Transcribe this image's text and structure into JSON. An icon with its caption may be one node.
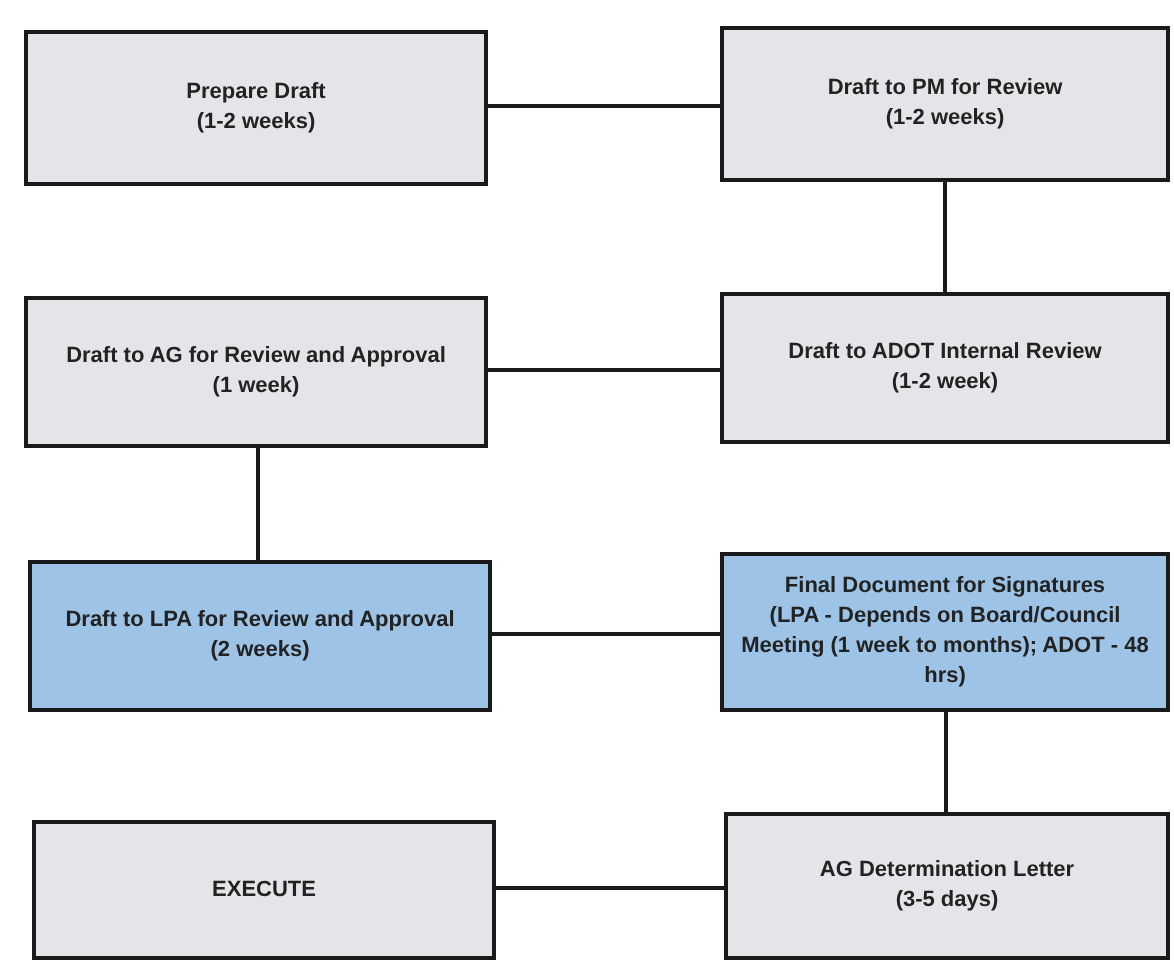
{
  "diagram": {
    "nodes": [
      {
        "text": [
          "Prepare Draft",
          "(1-2 weeks)"
        ]
      },
      {
        "text": [
          "Draft to PM for Review",
          "(1-2  weeks)"
        ]
      },
      {
        "text": [
          "Draft to AG for Review and Approval",
          "(1 week)"
        ]
      },
      {
        "text": [
          "Draft to ADOT Internal Review",
          "(1-2 week)"
        ]
      },
      {
        "text": [
          "Draft to LPA for Review and Approval",
          "(2 weeks)"
        ]
      },
      {
        "text": [
          "Final Document for Signatures",
          "(LPA - Depends on Board/Council Meeting (1 week to months);   ADOT - 48 hrs)"
        ]
      },
      {
        "text": [
          "EXECUTE"
        ]
      },
      {
        "text": [
          "AG Determination Letter",
          "(3-5 days)"
        ]
      }
    ],
    "edges": [
      {
        "from": 0,
        "to": 1,
        "arrow": "none"
      },
      {
        "from": 1,
        "to": 3,
        "arrow": "none"
      },
      {
        "from": 3,
        "to": 2,
        "arrow": "none"
      },
      {
        "from": 2,
        "to": 4,
        "arrow": "none"
      },
      {
        "from": 4,
        "to": 5,
        "arrow": "none"
      },
      {
        "from": 5,
        "to": 7,
        "arrow": "none"
      },
      {
        "from": 7,
        "to": 6,
        "arrow": "none"
      }
    ]
  }
}
